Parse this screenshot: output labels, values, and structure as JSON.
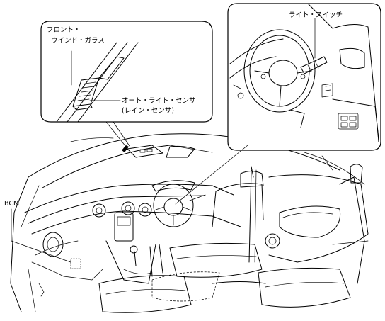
{
  "labels": {
    "windshield_line1": "フロント・",
    "windshield_line2": "ウインド・ガラス",
    "sensor_line1": "オート・ライト・センサ",
    "sensor_line2": "(レイン・センサ)",
    "light_switch": "ライト・スイッチ",
    "bcm": "BCM"
  }
}
